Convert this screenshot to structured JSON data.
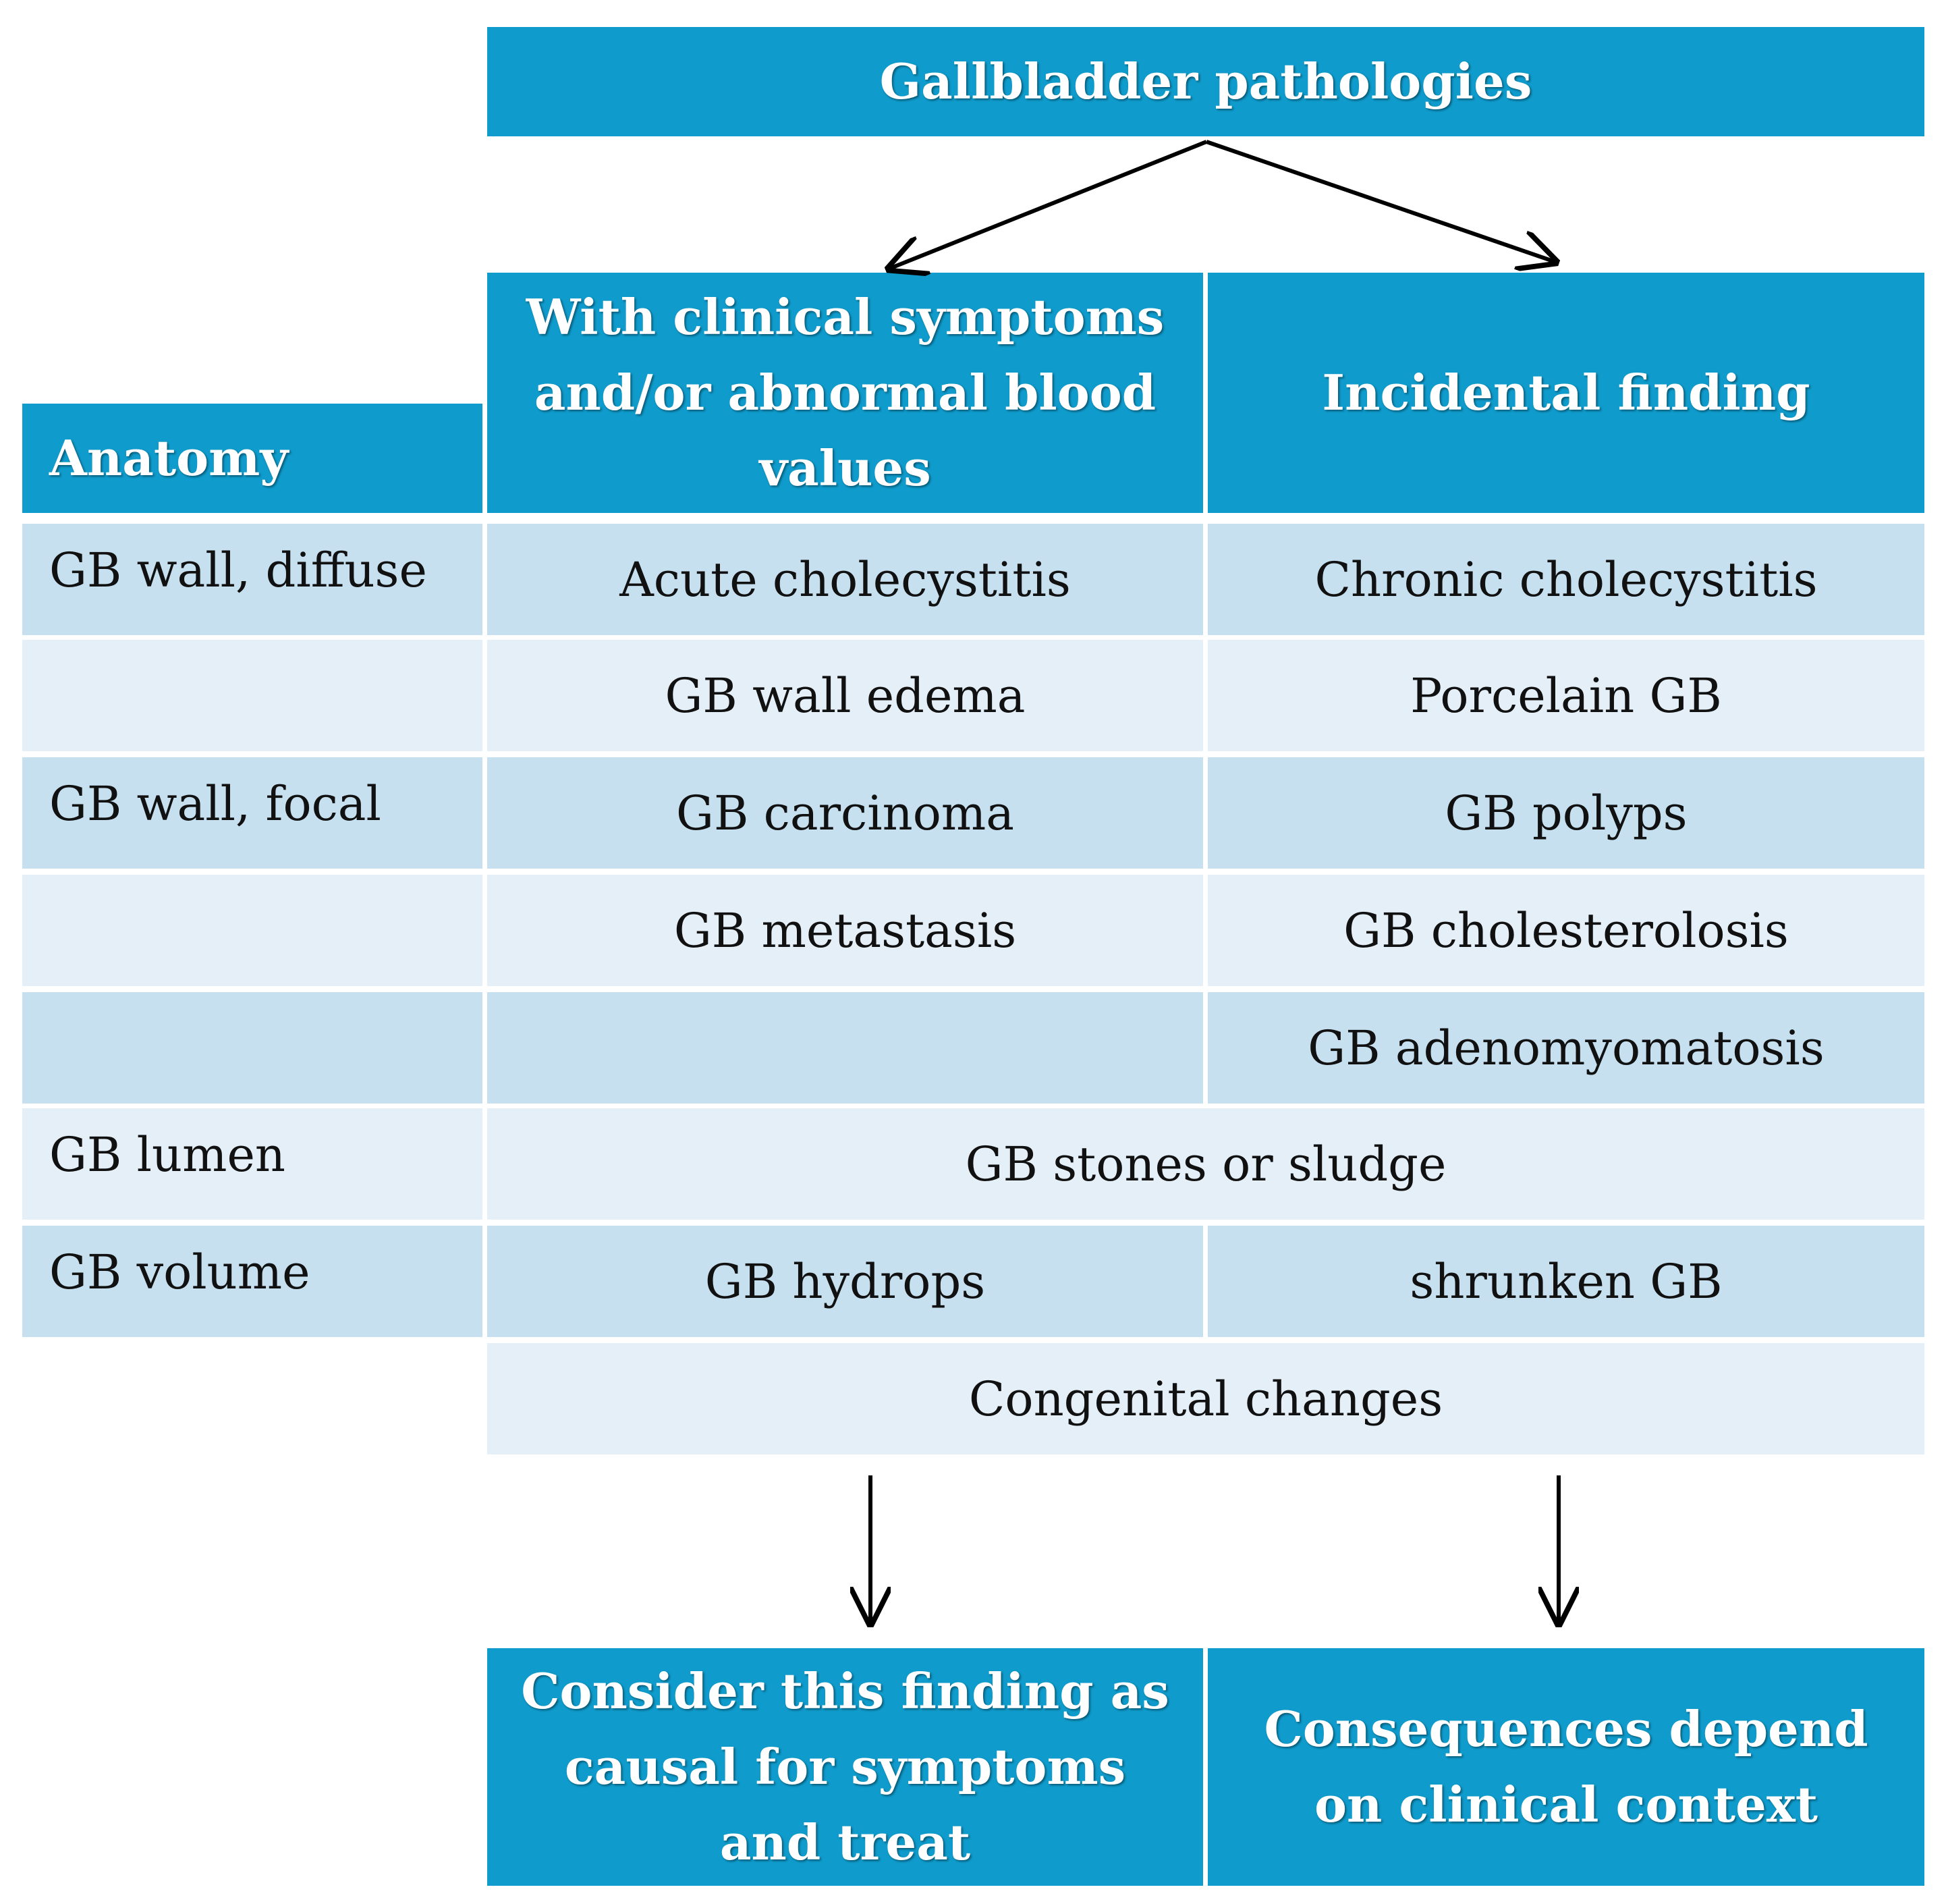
{
  "diagram": {
    "title": "Gallbladder pathologies",
    "columns": {
      "anatomy": "Anatomy",
      "symptomatic": "With clinical symptoms and/or abnormal blood values",
      "incidental": "Incidental finding"
    },
    "rows": [
      {
        "anatomy": "GB wall, diffuse",
        "symptomatic": "Acute cholecystitis",
        "incidental": "Chronic cholecystitis"
      },
      {
        "anatomy": "",
        "symptomatic": "GB wall edema",
        "incidental": "Porcelain GB"
      },
      {
        "anatomy": "GB wall, focal",
        "symptomatic": "GB carcinoma",
        "incidental": "GB polyps"
      },
      {
        "anatomy": "",
        "symptomatic": "GB metastasis",
        "incidental": "GB cholesterolosis"
      },
      {
        "anatomy": "",
        "symptomatic": "",
        "incidental": "GB adenomyomatosis"
      },
      {
        "anatomy": "GB lumen",
        "both": "GB stones or sludge"
      },
      {
        "anatomy": "GB volume",
        "symptomatic": "GB hydrops",
        "incidental": "shrunken GB"
      },
      {
        "both": "Congenital changes"
      }
    ],
    "outcomes": {
      "symptomatic": "Consider this finding as causal for symptoms and treat",
      "incidental": "Consequences depend on clinical context"
    }
  },
  "colors": {
    "header_blue": "#0f9ccd",
    "row_dark": "#c6e0f0",
    "row_light": "#e4eff8",
    "header_text": "#ffffff",
    "cell_text": "#111111"
  }
}
